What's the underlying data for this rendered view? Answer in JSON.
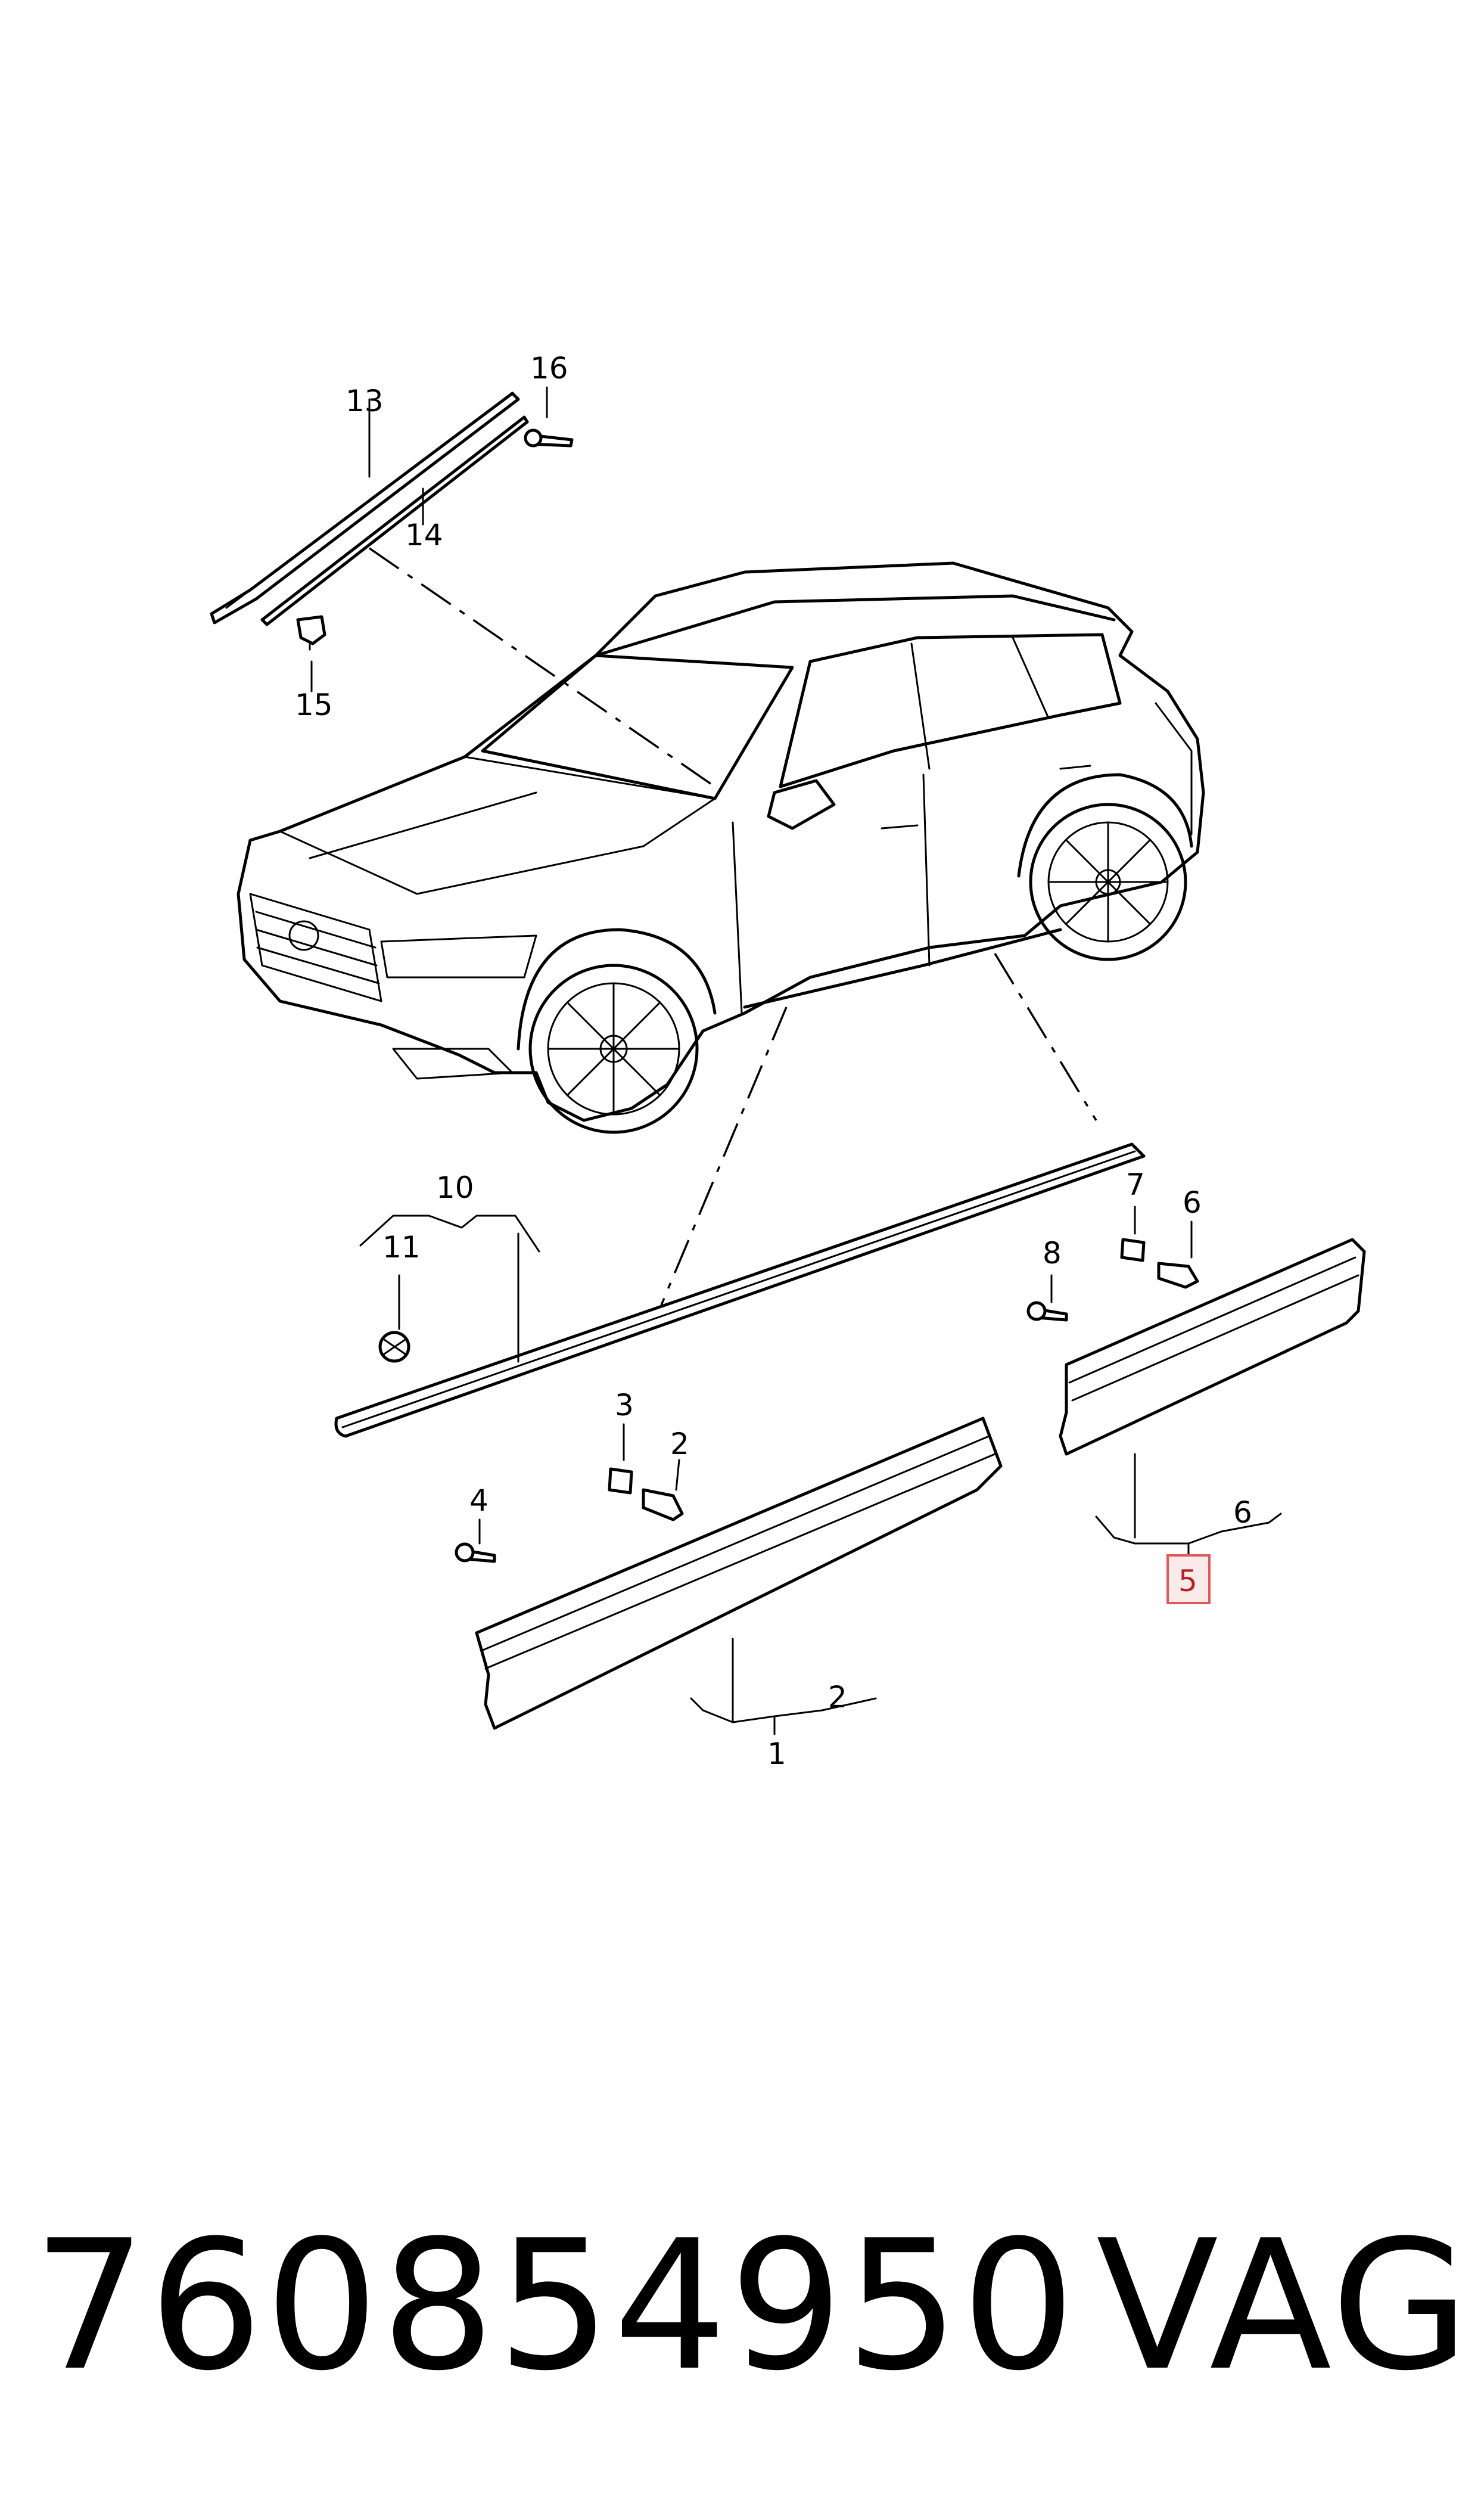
{
  "callouts": {
    "c1": "1",
    "c2a": "2",
    "c2b": "2",
    "c3": "3",
    "c4": "4",
    "c5": "5",
    "c6a": "6",
    "c6b": "6",
    "c7": "7",
    "c8": "8",
    "c10": "10",
    "c11": "11",
    "c13": "13",
    "c14": "14",
    "c15": "15",
    "c16": "16"
  },
  "highlight_color": "#e05a5a",
  "footer": {
    "part_number": "760854950",
    "brand": "VAG"
  }
}
